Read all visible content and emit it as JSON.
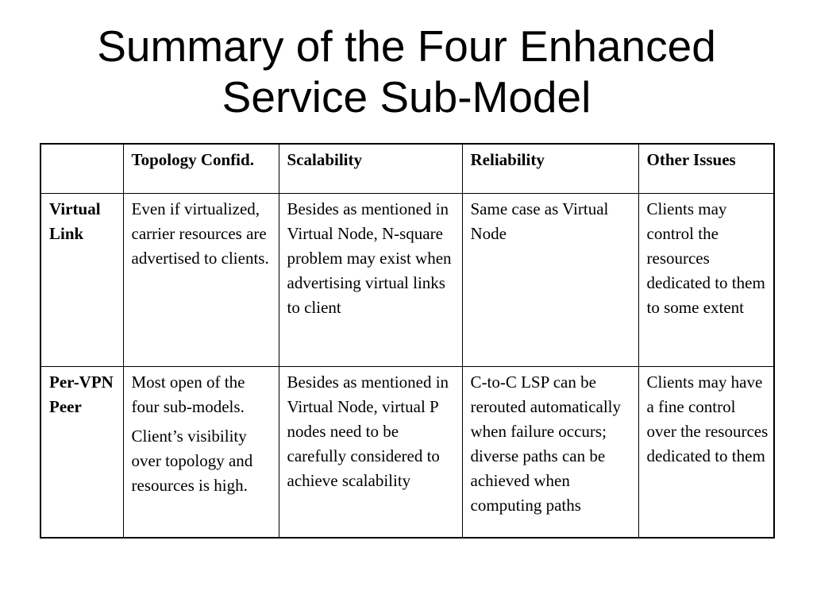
{
  "title": {
    "line1": "Summary of the Four Enhanced",
    "line2": "Service Sub-Model"
  },
  "table": {
    "headers": [
      "",
      "Topology Confid.",
      "Scalability",
      "Reliability",
      "Other Issues"
    ],
    "rows": [
      {
        "label": "Virtual Link",
        "topology": "Even if virtualized, carrier resources are advertised to clients.",
        "scalability": "Besides as mentioned in Virtual Node, N-square problem may exist when advertising virtual links to client",
        "reliability": "Same case as Virtual Node",
        "other": "Clients may control the resources dedicated to them to some extent"
      },
      {
        "label": "Per-VPN Peer",
        "topology_p1": "Most open of the four sub-models.",
        "topology_p2": "Client’s visibility over topology and resources is high.",
        "scalability": "Besides as mentioned in Virtual Node, virtual P nodes need to be carefully considered to achieve scalability",
        "reliability": "C-to-C LSP can be rerouted automatically when failure occurs; diverse paths can be achieved when computing paths",
        "other": "Clients may have a fine control over the resources dedicated to them"
      }
    ]
  }
}
